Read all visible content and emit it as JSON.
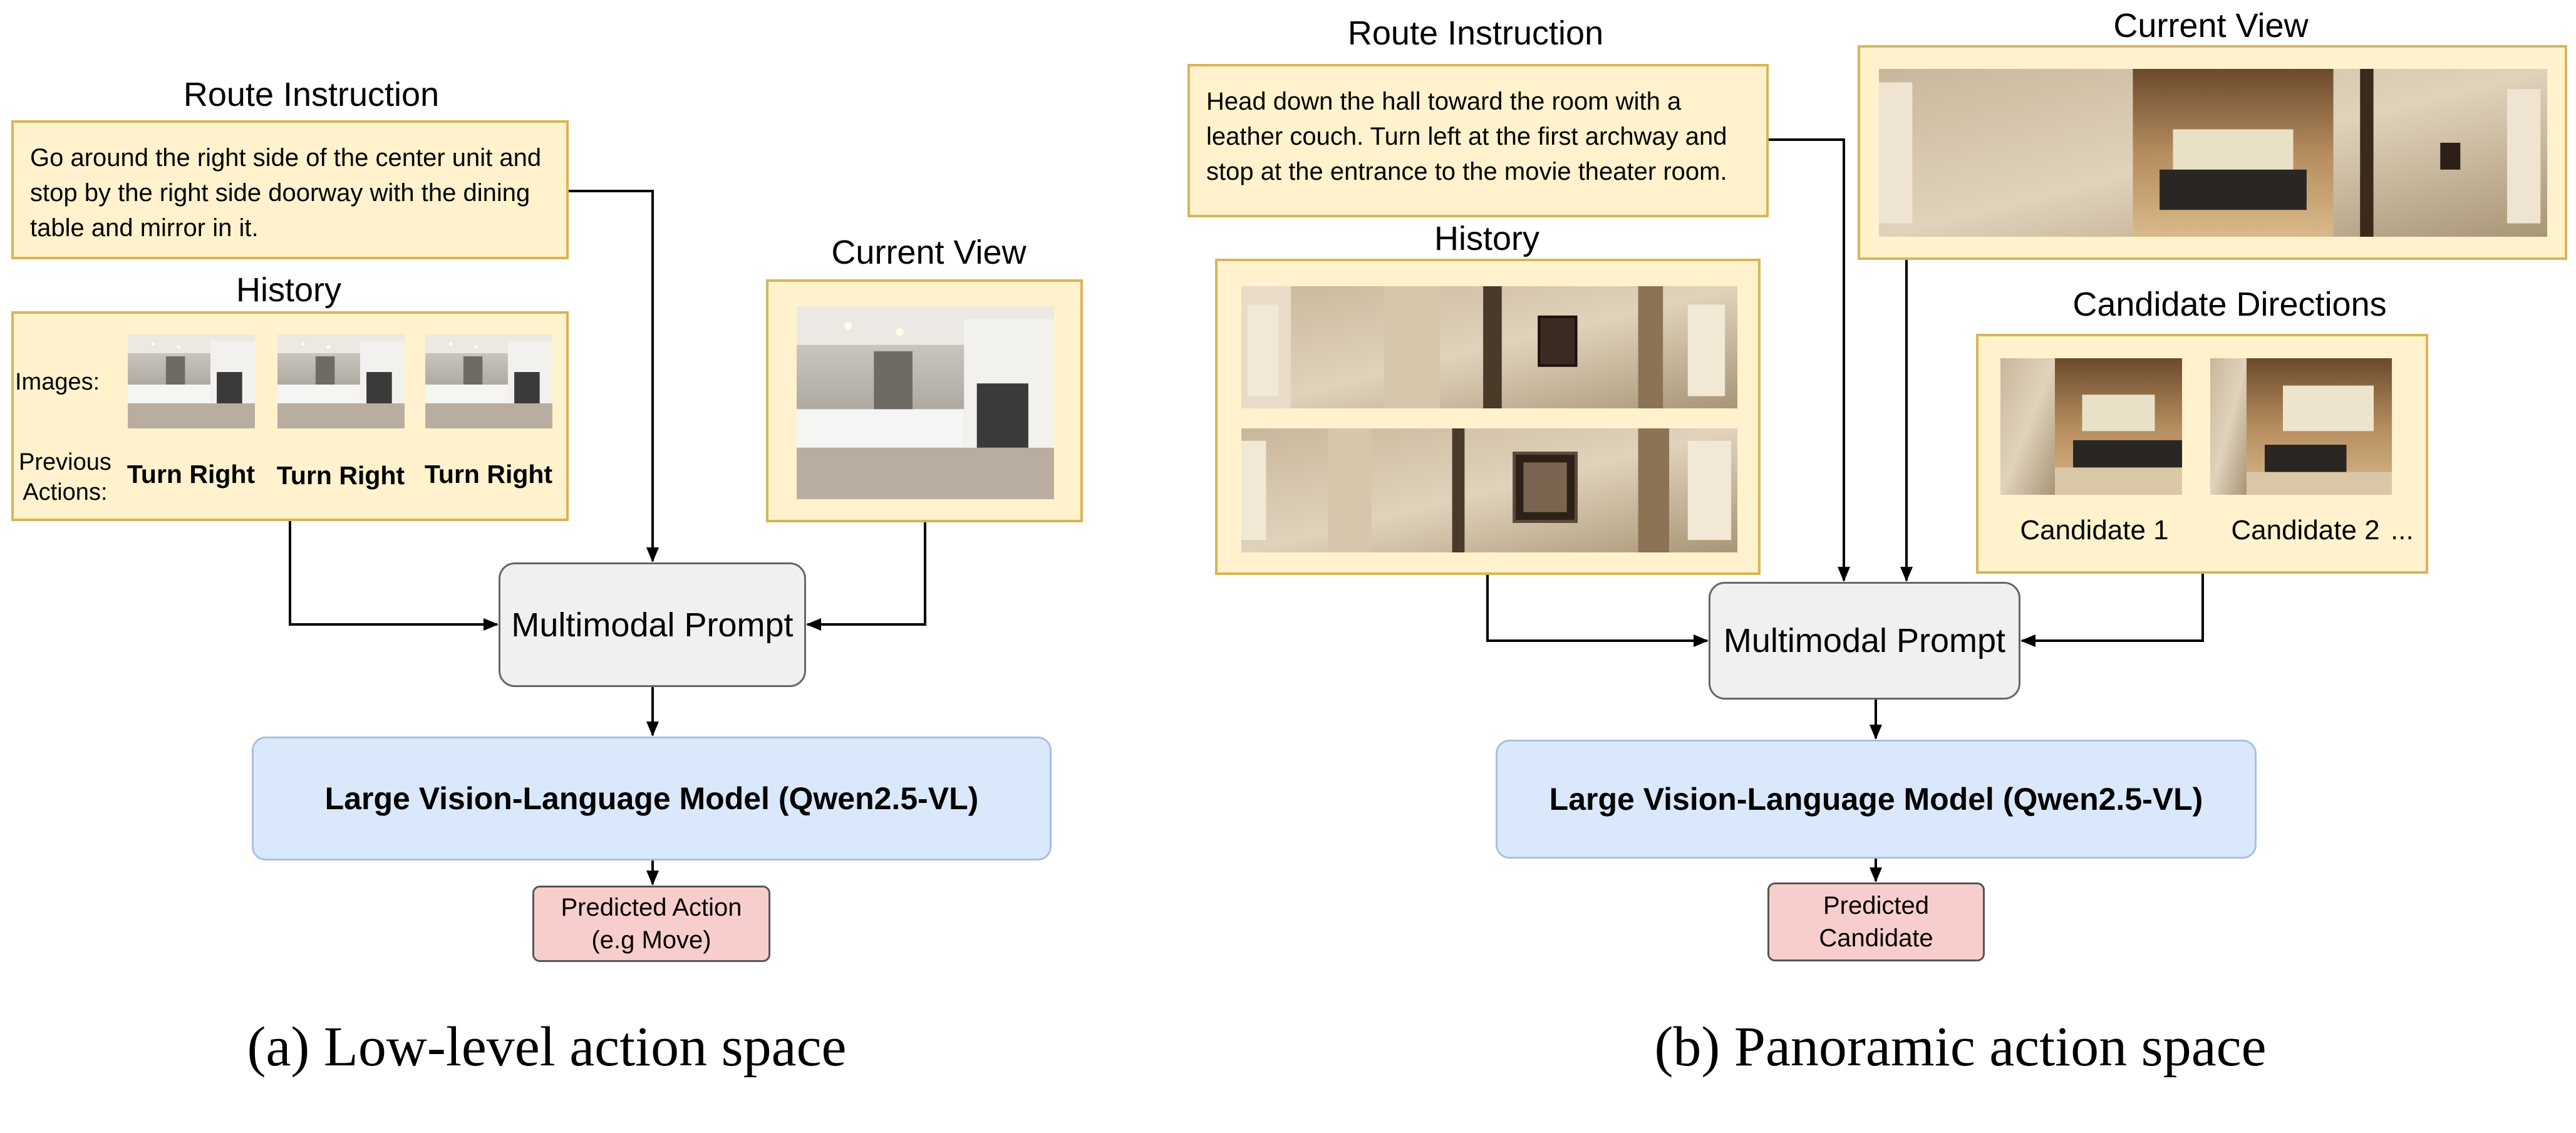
{
  "panel_a": {
    "route_instruction_title": "Route Instruction",
    "route_instruction_text": "Go around the right side of the center unit and stop by the right side doorway with the dining table and mirror in it.",
    "history_title": "History",
    "images_label": "Images:",
    "previous_actions_label": "Previous\nActions:",
    "previous_actions": [
      "Turn Right",
      "Turn Right",
      "Turn Right"
    ],
    "current_view_title": "Current View",
    "multimodal_prompt": "Multimodal Prompt",
    "model": "Large Vision-Language Model (Qwen2.5-VL)",
    "output": "Predicted Action\n(e.g Move)",
    "caption": "(a) Low-level action space"
  },
  "panel_b": {
    "route_instruction_title": "Route Instruction",
    "route_instruction_text": "Head down the hall toward the room with a leather couch. Turn left at the first archway and stop at the entrance to the movie theater room.",
    "history_title": "History",
    "current_view_title": "Current View",
    "candidate_directions_title": "Candidate Directions",
    "candidates": [
      "Candidate 1",
      "Candidate 2"
    ],
    "candidates_more": "...",
    "multimodal_prompt": "Multimodal Prompt",
    "model": "Large Vision-Language Model (Qwen2.5-VL)",
    "output": "Predicted\nCandidate",
    "caption": "(b) Panoramic action space"
  },
  "images": {
    "kitchen": "kitchen-photo",
    "hallway_panorama": "hallway-panorama-photo",
    "living_room_panorama": "living-room-panorama-photo",
    "candidate_view": "candidate-view-photo"
  },
  "colors": {
    "input_fill": "#fff2cc",
    "input_border": "#d6b656",
    "prompt_fill": "#f0f0f0",
    "model_fill": "#dae8fc",
    "output_fill": "#f8cecc",
    "arrow": "#000000"
  }
}
